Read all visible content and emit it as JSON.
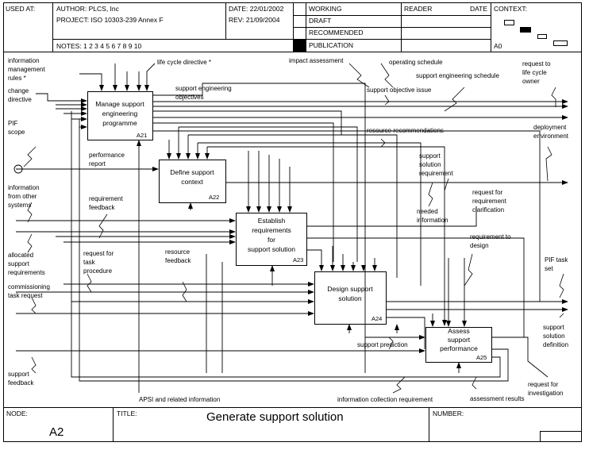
{
  "header": {
    "used_at": "USED AT:",
    "author": "AUTHOR:  PLCS, Inc",
    "project": "PROJECT:  ISO 10303-239 Annex F",
    "date": "DATE:  22/01/2002",
    "rev": "REV:    21/09/2004",
    "notes": "NOTES:  1  2  3  4  5  6  7  8  9  10",
    "status": [
      "WORKING",
      "DRAFT",
      "RECOMMENDED",
      "PUBLICATION"
    ],
    "status_selected": "PUBLICATION",
    "reader": "READER",
    "reader_date": "DATE",
    "context": "CONTEXT:",
    "context_node": "A0"
  },
  "footer": {
    "node_label": "NODE:",
    "node_value": "A2",
    "title_label": "TITLE:",
    "title_value": "Generate support solution",
    "number_label": "NUMBER:"
  },
  "boxes": [
    {
      "lines": [
        "Manage support",
        "engineering",
        "programme"
      ],
      "id": "A21"
    },
    {
      "lines": [
        "Define support",
        "context"
      ],
      "id": "A22"
    },
    {
      "lines": [
        "Establish",
        "requirements",
        "for",
        "support solution"
      ],
      "id": "A23"
    },
    {
      "lines": [
        "Design support",
        "solution"
      ],
      "id": "A24"
    },
    {
      "lines": [
        "Assess",
        "support",
        "performance"
      ],
      "id": "A25"
    }
  ],
  "labels": {
    "info_mgmt_rules": [
      "information",
      "management",
      "rules *"
    ],
    "life_cycle_directive": "life cycle directive *",
    "impact_assessment": "impact assessment",
    "operating_schedule": "operating schedule",
    "request_lco": [
      "request to",
      "life cycle",
      "owner"
    ],
    "change_directive": [
      "change",
      "directive"
    ],
    "se_objectives": [
      "support engineering",
      "objectives"
    ],
    "se_schedule": "support engineering schedule",
    "support_obj_issue": "support objective issue",
    "pif_scope": [
      "PIF",
      "scope"
    ],
    "deployment_env": [
      "deployment",
      "environment"
    ],
    "resource_recs": "resource recommendations",
    "performance_report": [
      "performance",
      "report"
    ],
    "ssr": [
      "support",
      "solution",
      "requirement"
    ],
    "info_other": [
      "information",
      "from other",
      "systems"
    ],
    "req_feedback": [
      "requirement",
      "feedback"
    ],
    "req_clarification": [
      "request for",
      "requirement",
      "clarification"
    ],
    "needed_info": [
      "needed",
      "information"
    ],
    "allocated_req": [
      "allocated",
      "support",
      "requirements"
    ],
    "req_task_proc": [
      "request for",
      "task",
      "procedure"
    ],
    "resource_feedback": [
      "resource",
      "feedback"
    ],
    "req_to_design": [
      "requirement to",
      "design"
    ],
    "commissioning": [
      "commissioning",
      "task request"
    ],
    "pif_task_set": [
      "PIF task",
      "set"
    ],
    "ssd": [
      "support",
      "solution",
      "definition"
    ],
    "support_prediction": "support prediction",
    "support_feedback": [
      "support",
      "feedback"
    ],
    "req_investigation": [
      "request for",
      "investigation"
    ],
    "apsi": "APSI and related information",
    "info_collection": "information collection requirement",
    "assessment_results": "assessment results"
  }
}
